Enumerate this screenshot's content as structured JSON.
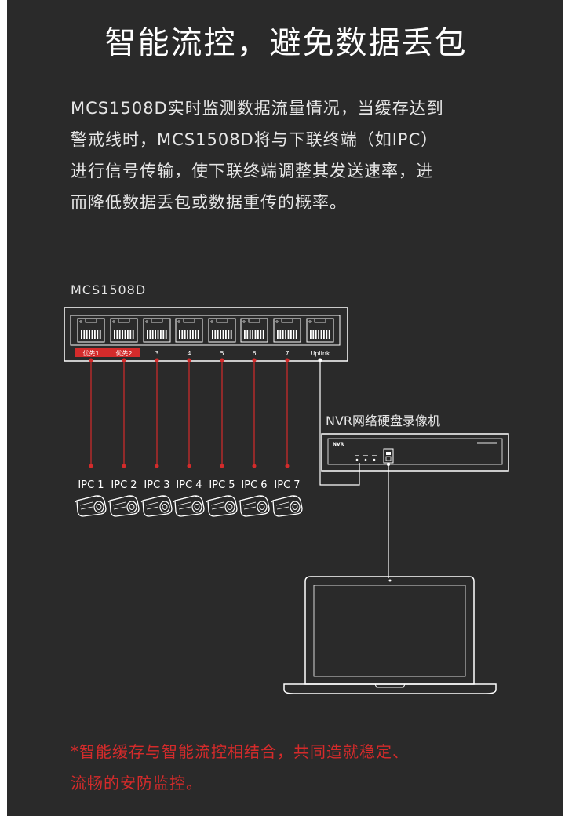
{
  "title": "智能流控，避免数据丢包",
  "description_lines": [
    "MCS1508D实时监测数据流量情况，当缓存达到",
    "警戒线时，MCS1508D将与下联终端（如IPC）",
    "进行信号传输，使下联终端调整其发送速率，进",
    "而降低数据丢包或数据重传的概率。"
  ],
  "switch": {
    "model_label": "MCS1508D",
    "port_labels": [
      "优先1",
      "优先2",
      "3",
      "4",
      "5",
      "6",
      "7",
      "Uplink"
    ]
  },
  "cameras": [
    "IPC 1",
    "IPC 2",
    "IPC 3",
    "IPC 4",
    "IPC 5",
    "IPC 6",
    "IPC 7"
  ],
  "nvr": {
    "label": "NVR网络硬盘录像机",
    "badge": "NVR"
  },
  "note_lines": [
    "*智能缓存与智能流控相结合，共同造就稳定、",
    "流畅的安防监控。"
  ],
  "colors": {
    "background": "#2a2a2a",
    "accent_red": "#d42b2b",
    "line_white": "#ffffff"
  }
}
